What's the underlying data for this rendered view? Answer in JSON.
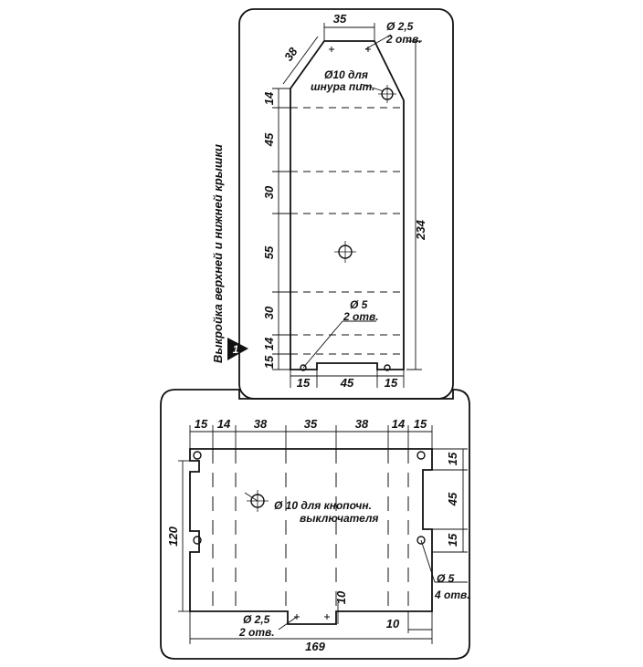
{
  "figure": {
    "title": "Выкройка верхней и нижней крышки",
    "figure_number": "1"
  },
  "top_panel": {
    "dims": {
      "width_top": "35",
      "chamfer": "38",
      "hole_small": "Ø 2,5",
      "hole_small_count": "2 отв.",
      "hole_cord_1": "Ø10 для",
      "hole_cord_2": "шнура пит.",
      "height_total": "234",
      "seg_14a": "14",
      "seg_45": "45",
      "seg_30a": "30",
      "seg_55": "55",
      "seg_30b": "30",
      "seg_14b": "14",
      "seg_15": "15",
      "hole_bottom": "Ø 5",
      "hole_bottom_count": "2 отв.",
      "bottom_left": "15",
      "bottom_mid": "45",
      "bottom_right": "15"
    }
  },
  "bottom_panel": {
    "dims": {
      "top_segments": [
        "15",
        "14",
        "38",
        "35",
        "38",
        "14",
        "15"
      ],
      "height_total": "120",
      "right_15a": "15",
      "right_45": "45",
      "right_15b": "15",
      "switch_hole_1": "Ø 10  для кнопочн.",
      "switch_hole_2": "выключателя",
      "hole_right": "Ø 5",
      "hole_right_count": "4 отв.",
      "notch_depth": "10",
      "hole_small": "Ø 2,5",
      "hole_small_count": "2 отв.",
      "bottom_width": "169",
      "right_offset": "10"
    }
  }
}
